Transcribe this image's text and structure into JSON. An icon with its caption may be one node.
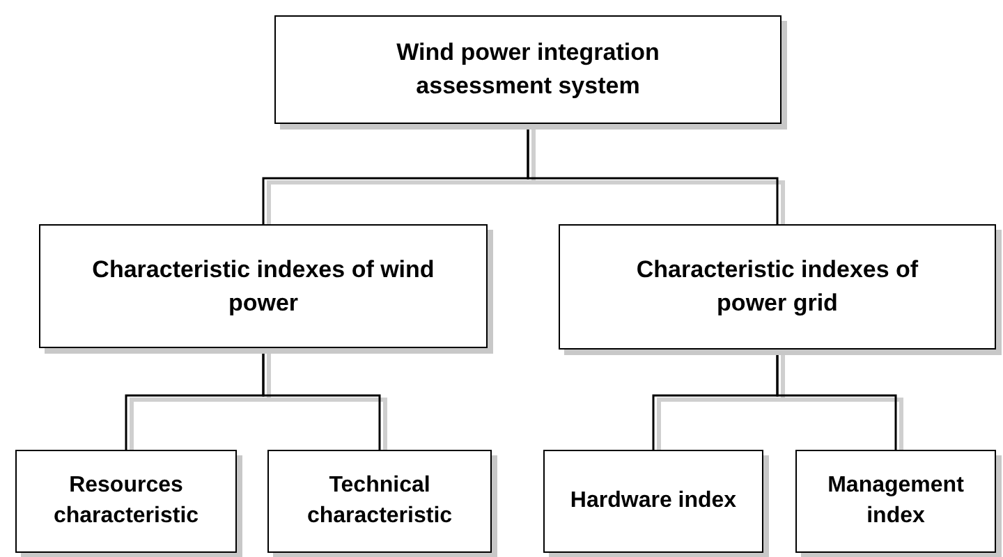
{
  "diagram": {
    "nodes": [
      {
        "text": [
          "Wind power integration assessment system"
        ]
      },
      {
        "text": [
          "Characteristic indexes of wind power"
        ]
      },
      {
        "text": [
          "Characteristic indexes of power grid"
        ]
      },
      {
        "text": [
          "Resources characteristic"
        ]
      },
      {
        "text": [
          "Technical characteristic"
        ]
      },
      {
        "text": [
          "Hardware index"
        ]
      },
      {
        "text": [
          "Management index"
        ]
      }
    ],
    "edges": [
      {
        "from": 0,
        "to": 1,
        "arrow": "none"
      },
      {
        "from": 0,
        "to": 2,
        "arrow": "none"
      },
      {
        "from": 1,
        "to": 3,
        "arrow": "none"
      },
      {
        "from": 1,
        "to": 4,
        "arrow": "none"
      },
      {
        "from": 2,
        "to": 5,
        "arrow": "none"
      },
      {
        "from": 2,
        "to": 6,
        "arrow": "none"
      }
    ]
  }
}
